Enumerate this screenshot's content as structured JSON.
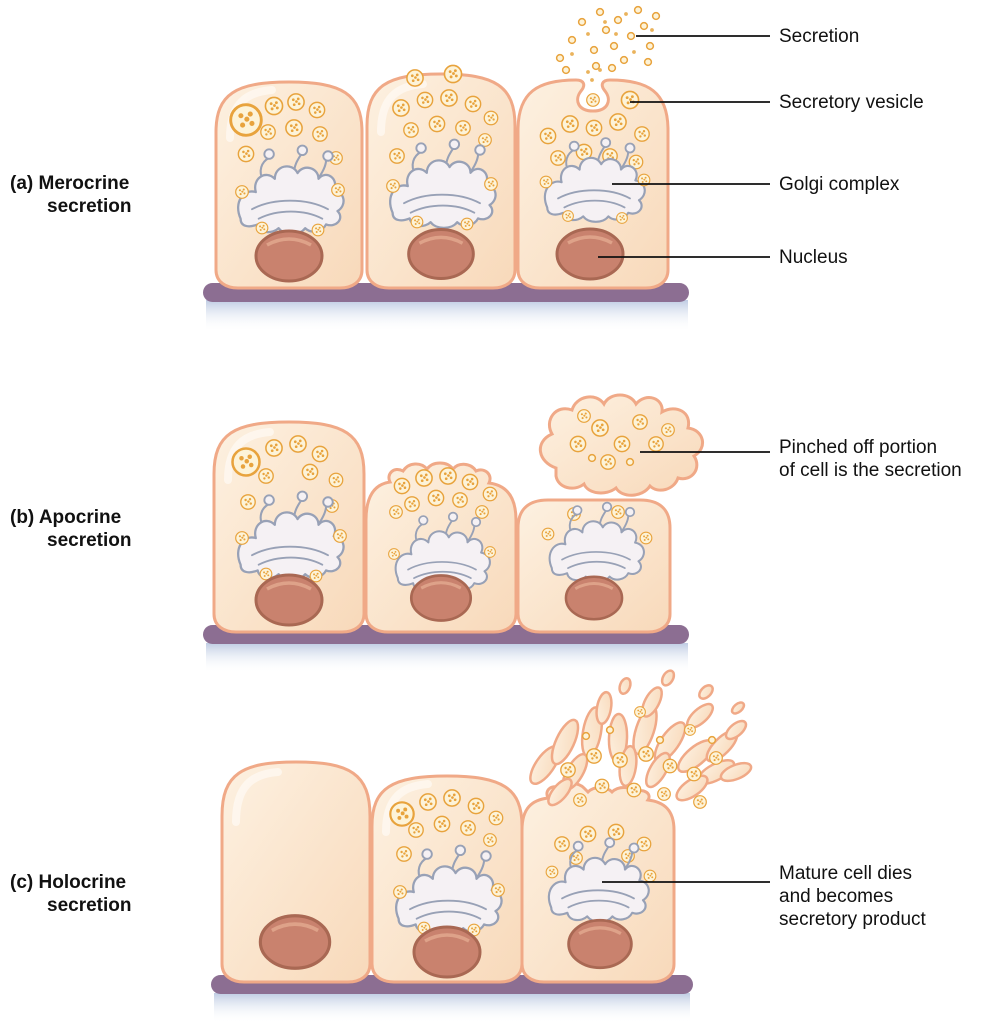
{
  "panels": [
    {
      "id": "a",
      "label": "(a) Merocrine\nsecretion"
    },
    {
      "id": "b",
      "label": "(b) Apocrine\nsecretion"
    },
    {
      "id": "c",
      "label": "(c) Holocrine\nsecretion"
    }
  ],
  "annotations": {
    "secretion": "Secretion",
    "secretory_vesicle": "Secretory vesicle",
    "golgi_complex": "Golgi complex",
    "nucleus": "Nucleus",
    "apocrine_note": "Pinched off portion\nof cell is the secretion",
    "holocrine_note": "Mature cell dies\nand becomes\nsecretory product"
  },
  "colors": {
    "cell_fill": "#f9ddc0",
    "cell_fill_light": "#fdf1e1",
    "cell_outline": "#f0a987",
    "vesicle_outline": "#e8a33d",
    "vesicle_fill": "#fdf3d8",
    "golgi_outline": "#98a1b6",
    "golgi_fill": "#f5f1f4",
    "nucleus_fill": "#c9826e",
    "nucleus_outline": "#a96853",
    "basement_membrane": "#8c6e92",
    "basal_lamina_blue": "#bfcce3",
    "leader_line": "#111111",
    "text": "#111111"
  }
}
